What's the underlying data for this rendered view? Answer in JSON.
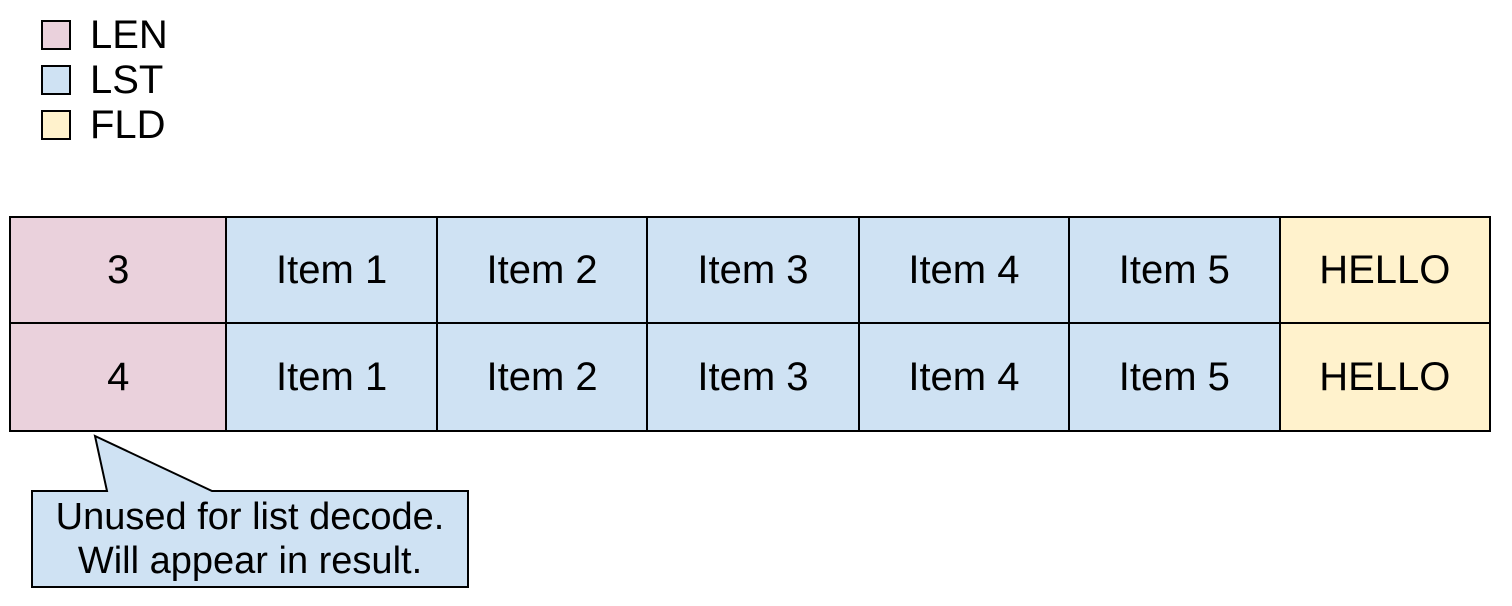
{
  "colors": {
    "len": "#ead1dc",
    "lst": "#cfe2f3",
    "fld": "#fff2cc",
    "border": "#000000"
  },
  "legend": {
    "items": [
      {
        "label": "LEN",
        "type": "len"
      },
      {
        "label": "LST",
        "type": "lst"
      },
      {
        "label": "FLD",
        "type": "fld"
      }
    ]
  },
  "table": {
    "column_types": [
      "LEN",
      "LST",
      "LST",
      "LST",
      "LST",
      "LST",
      "FLD"
    ],
    "rows": [
      {
        "cells": [
          "3",
          "Item 1",
          "Item 2",
          "Item 3",
          "Item 4",
          "Item 5",
          "HELLO"
        ]
      },
      {
        "cells": [
          "4",
          "Item 1",
          "Item 2",
          "Item 3",
          "Item 4",
          "Item 5",
          "HELLO"
        ]
      }
    ]
  },
  "callout": {
    "line1": "Unused for list decode.",
    "line2": "Will appear in result."
  }
}
